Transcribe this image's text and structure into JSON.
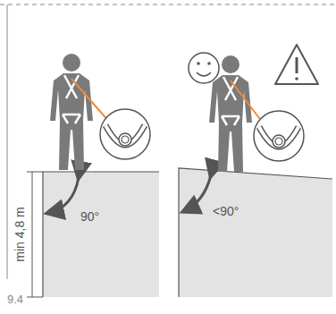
{
  "diagram": {
    "labels": [
      "min 4,8 m",
      "90°",
      "<90°",
      "9.4"
    ]
  }
}
